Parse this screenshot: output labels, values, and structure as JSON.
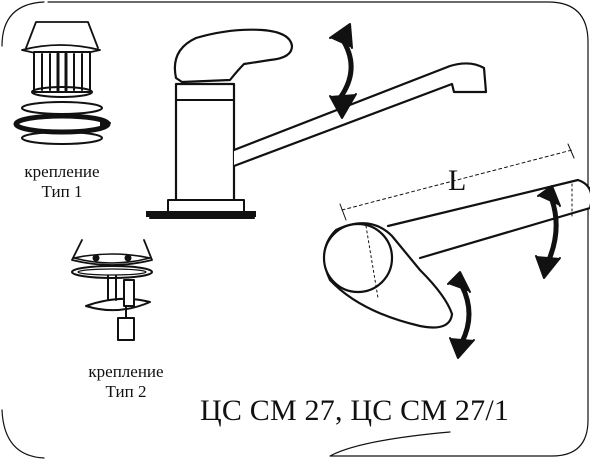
{
  "labels": {
    "mount_type_1_line1": "крепление",
    "mount_type_1_line2": "Тип 1",
    "mount_type_2_line1": "крепление",
    "mount_type_2_line2": "Тип 2",
    "dimension_label": "L",
    "model_title": "ЦС СМ 27, ЦС СМ 27/1"
  },
  "colors": {
    "line": "#111111",
    "background": "#ffffff",
    "mid_gray": "#d8d8d8"
  }
}
